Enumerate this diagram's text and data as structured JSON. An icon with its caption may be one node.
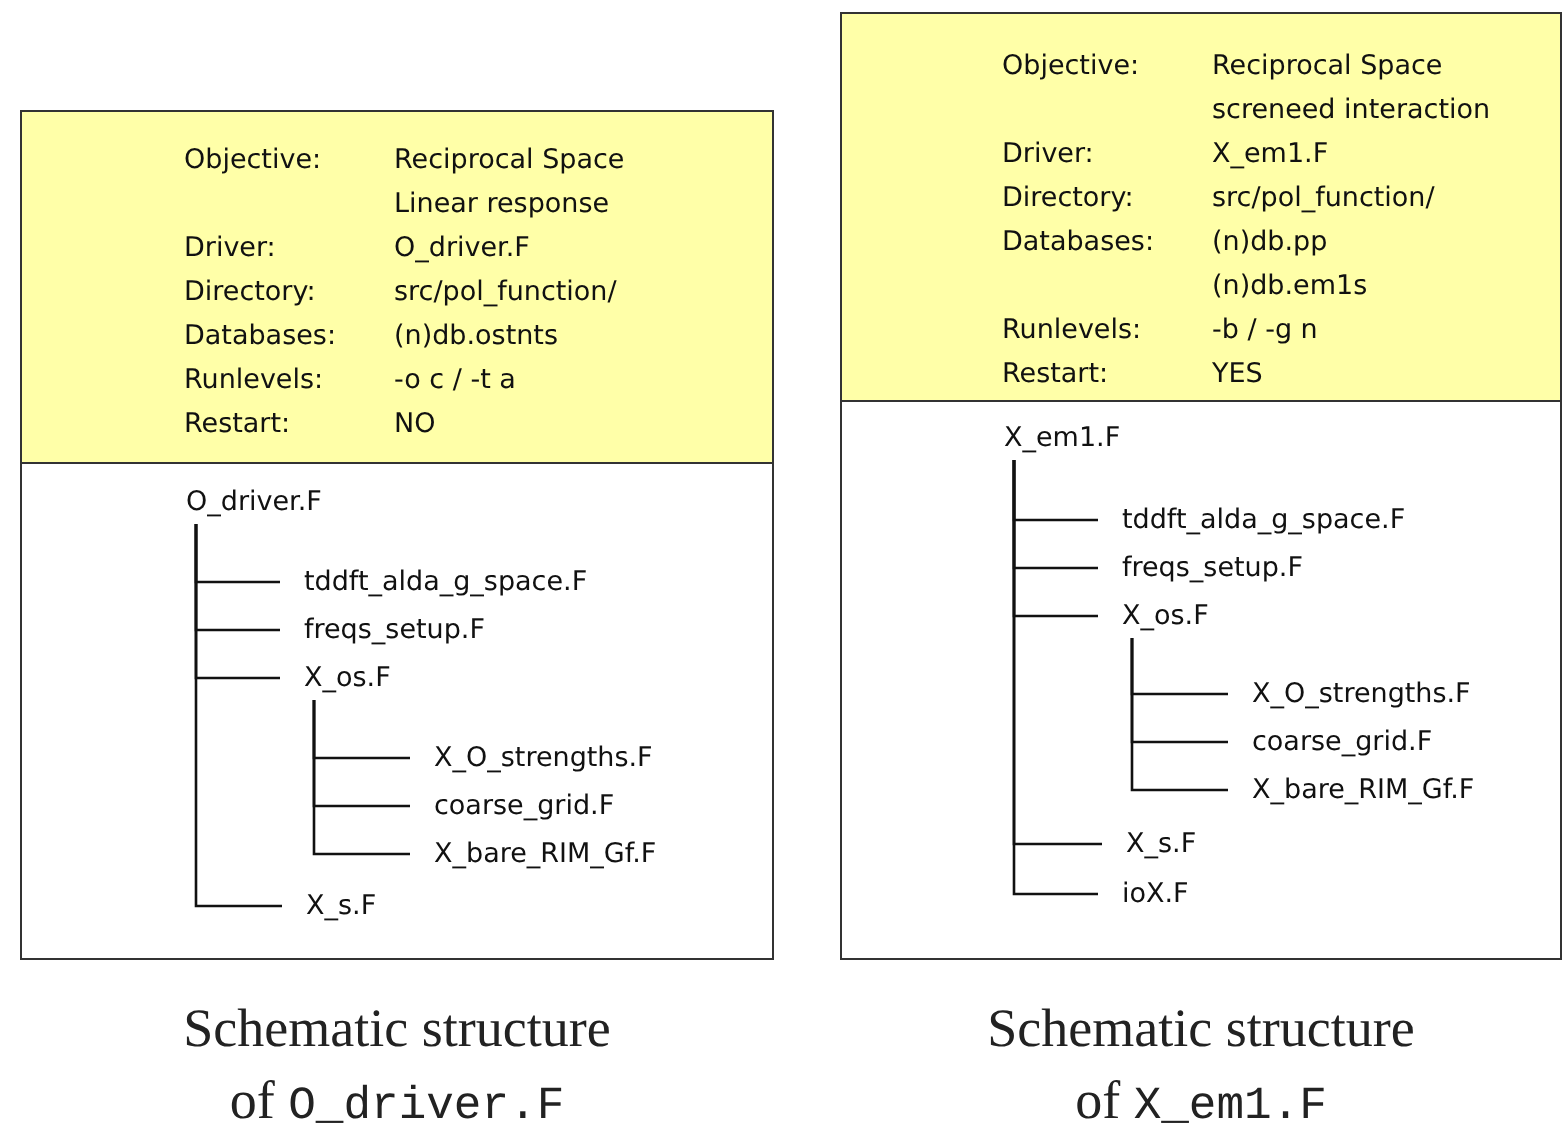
{
  "diagram": {
    "nodes": [
      {
        "text": [],
        "shape": "box",
        "beside": [
          "Schematic structure of",
          "O_driver.F"
        ]
      },
      {
        "text": [
          "Objective:",
          "Reciprocal Space Linear response",
          "Driver:",
          "O_driver.F",
          "Directory:",
          "src/pol_function/",
          "Databases:",
          "(n)db.ostnts",
          "Runlevels:",
          "-o c / -t a",
          "Restart:",
          "NO"
        ],
        "in": 0
      },
      {
        "text": [
          "O_driver.F"
        ],
        "in": 0
      },
      {
        "text": [
          "tddft_alda_g_space.F"
        ],
        "in": 0
      },
      {
        "text": [
          "freqs_setup.F"
        ],
        "in": 0
      },
      {
        "text": [
          "X_os.F"
        ],
        "in": 0
      },
      {
        "text": [
          "X_O_strengths.F"
        ],
        "in": 0
      },
      {
        "text": [
          "coarse_grid.F"
        ],
        "in": 0
      },
      {
        "text": [
          "X_bare_RIM_Gf.F"
        ],
        "in": 0
      },
      {
        "text": [
          "X_s.F"
        ],
        "in": 0
      },
      {
        "text": [],
        "shape": "box",
        "beside": [
          "Schematic structure of",
          "X_em1.F"
        ]
      },
      {
        "text": [
          "Objective:",
          "Reciprocal Space screneed interaction",
          "Driver:",
          "X_em1.F",
          "Directory:",
          "src/pol_function/",
          "Databases:",
          "(n)db.pp",
          "(n)db.em1s",
          "Runlevels:",
          "-b / -g n",
          "Restart:",
          "YES"
        ],
        "in": 10
      },
      {
        "text": [
          "X_em1.F"
        ],
        "in": 10
      },
      {
        "text": [
          "tddft_alda_g_space.F"
        ],
        "in": 10
      },
      {
        "text": [
          "freqs_setup.F"
        ],
        "in": 10
      },
      {
        "text": [
          "X_os.F"
        ],
        "in": 10
      },
      {
        "text": [
          "X_O_strengths.F"
        ],
        "in": 10
      },
      {
        "text": [
          "coarse_grid.F"
        ],
        "in": 10
      },
      {
        "text": [
          "X_bare_RIM_Gf.F"
        ],
        "in": 10
      },
      {
        "text": [
          "X_s.F"
        ],
        "in": 10
      },
      {
        "text": [
          "ioX.F"
        ],
        "in": 10
      }
    ],
    "edges": [
      {
        "from": 2,
        "to": 3,
        "arrow": "none"
      },
      {
        "from": 2,
        "to": 4,
        "arrow": "none"
      },
      {
        "from": 2,
        "to": 5,
        "arrow": "none"
      },
      {
        "from": 5,
        "to": 6,
        "arrow": "none"
      },
      {
        "from": 5,
        "to": 7,
        "arrow": "none"
      },
      {
        "from": 5,
        "to": 8,
        "arrow": "none"
      },
      {
        "from": 2,
        "to": 9,
        "arrow": "none"
      },
      {
        "from": 12,
        "to": 13,
        "arrow": "none"
      },
      {
        "from": 12,
        "to": 14,
        "arrow": "none"
      },
      {
        "from": 12,
        "to": 15,
        "arrow": "none"
      },
      {
        "from": 15,
        "to": 16,
        "arrow": "none"
      },
      {
        "from": 15,
        "to": 17,
        "arrow": "none"
      },
      {
        "from": 15,
        "to": 18,
        "arrow": "none"
      },
      {
        "from": 12,
        "to": 19,
        "arrow": "none"
      },
      {
        "from": 12,
        "to": 20,
        "arrow": "none"
      }
    ]
  }
}
